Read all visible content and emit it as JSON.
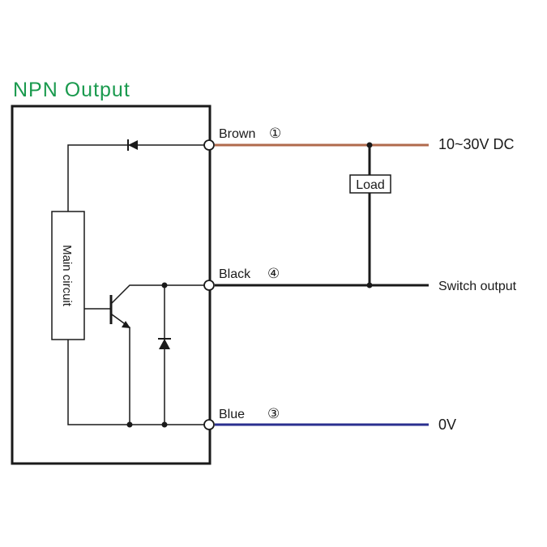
{
  "title": "NPN Output",
  "wires": {
    "brown": {
      "label": "Brown",
      "pin": "①",
      "destination": "10~30V DC",
      "color": "#b06a4c"
    },
    "black": {
      "label": "Black",
      "pin": "④",
      "destination": "Switch output",
      "color": "#1a1a1a"
    },
    "blue": {
      "label": "Blue",
      "pin": "③",
      "destination": "0V",
      "color": "#2a2f8f"
    }
  },
  "load_label": "Load",
  "main_circuit_label": "Main circuit",
  "colors": {
    "title": "#1a9a4e",
    "line": "#1a1a1a"
  }
}
